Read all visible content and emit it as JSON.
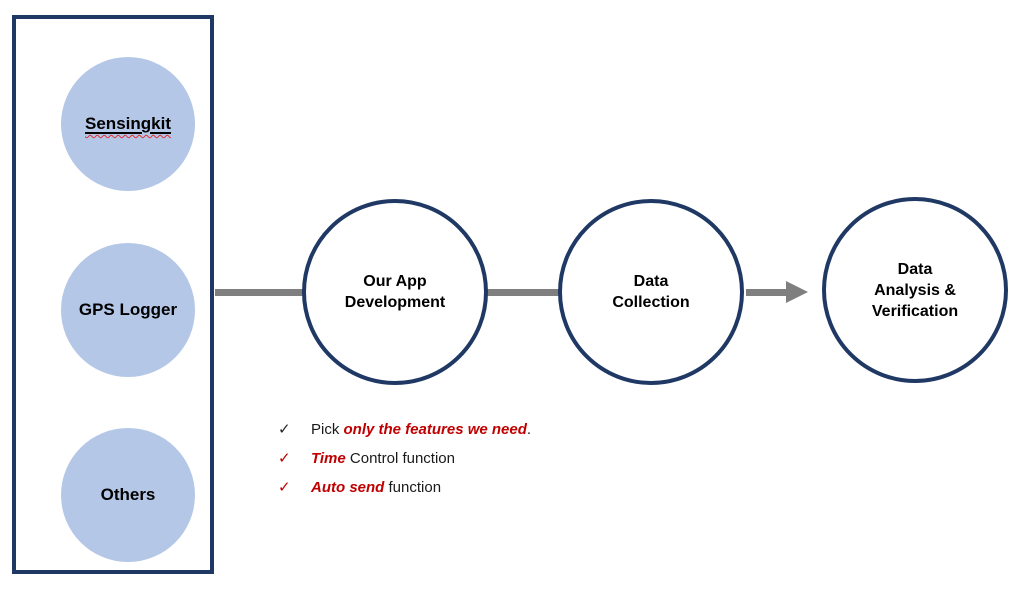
{
  "colors": {
    "navy_border": "#1F3864",
    "light_blue_fill": "#B4C7E7",
    "connector_gray": "#7F7F7F",
    "emphasis_red": "#C00000",
    "text_black": "#000000"
  },
  "source_panel": {
    "items": [
      {
        "label": "Sensingkit",
        "misspelled": true
      },
      {
        "label": "GPS Logger",
        "misspelled": false
      },
      {
        "label": "Others",
        "misspelled": false
      }
    ]
  },
  "process_steps": [
    {
      "label_lines": [
        "Our App",
        "Development"
      ]
    },
    {
      "label_lines": [
        "Data",
        "Collection"
      ]
    },
    {
      "label_lines": [
        "Data",
        "Analysis &",
        "Verification"
      ]
    }
  ],
  "checklist": {
    "check_glyph": "✓",
    "items": [
      {
        "check_color": "black",
        "segments": [
          {
            "text": "Pick ",
            "emphasis": false
          },
          {
            "text": "only the features we need",
            "emphasis": true
          },
          {
            "text": ".",
            "emphasis": false
          }
        ]
      },
      {
        "check_color": "red",
        "segments": [
          {
            "text": "Time",
            "emphasis": true
          },
          {
            "text": " Control function",
            "emphasis": false
          }
        ]
      },
      {
        "check_color": "red",
        "segments": [
          {
            "text": "Auto send",
            "emphasis": true
          },
          {
            "text": " function",
            "emphasis": false
          }
        ]
      }
    ]
  }
}
